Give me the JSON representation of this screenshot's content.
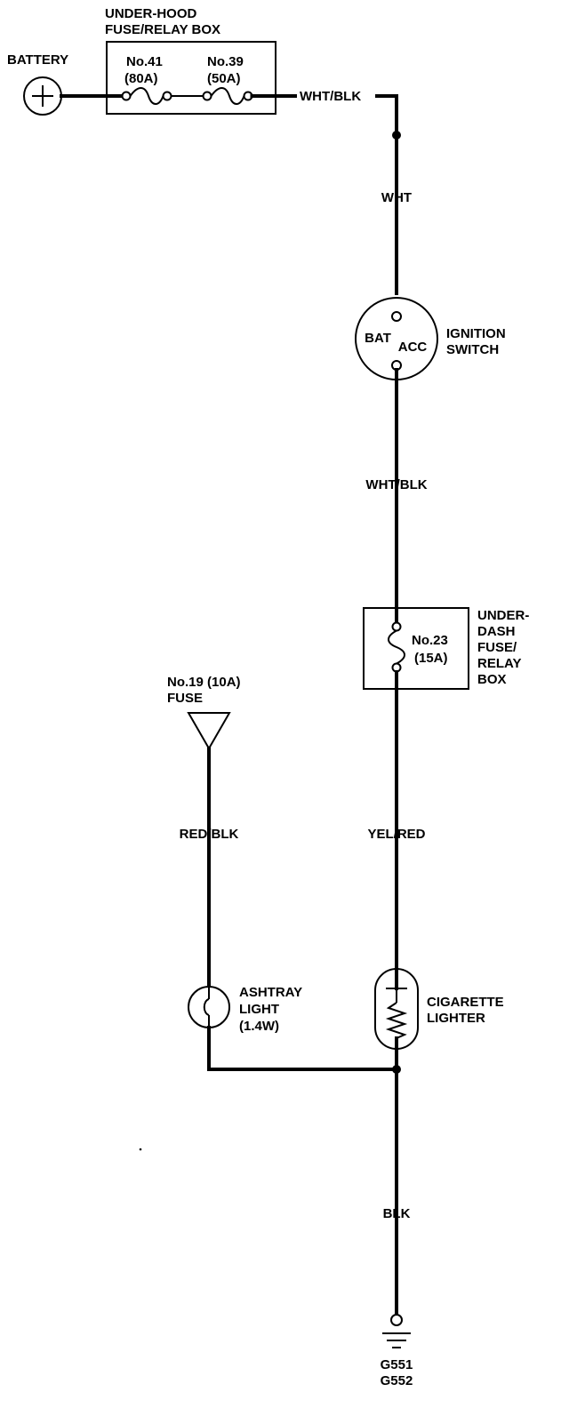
{
  "battery": {
    "label": "BATTERY"
  },
  "under_hood_box": {
    "title_line1": "UNDER-HOOD",
    "title_line2": "FUSE/RELAY BOX",
    "fuse_a_name": "No.41",
    "fuse_a_rating": "(80A)",
    "fuse_b_name": "No.39",
    "fuse_b_rating": "(50A)"
  },
  "wires": {
    "top": "WHT/BLK",
    "to_switch": "WHT",
    "from_switch": "WHT/BLK",
    "to_lighter": "YEL/RED",
    "to_ashtray": "RED/BLK",
    "ground": "BLK"
  },
  "ignition_switch": {
    "bat": "BAT",
    "acc": "ACC",
    "label_line1": "IGNITION",
    "label_line2": "SWITCH"
  },
  "under_dash_box": {
    "fuse_name": "No.23",
    "fuse_rating": "(15A)",
    "label_line1": "UNDER-",
    "label_line2": "DASH",
    "label_line3": "FUSE/",
    "label_line4": "RELAY",
    "label_line5": "BOX"
  },
  "fuse_19": {
    "label_line1": "No.19 (10A)",
    "label_line2": "FUSE"
  },
  "ashtray_light": {
    "label_line1": "ASHTRAY",
    "label_line2": "LIGHT",
    "label_line3": "(1.4W)"
  },
  "cigarette_lighter": {
    "label_line1": "CIGARETTE",
    "label_line2": "LIGHTER"
  },
  "ground": {
    "label_line1": "G551",
    "label_line2": "G552"
  }
}
